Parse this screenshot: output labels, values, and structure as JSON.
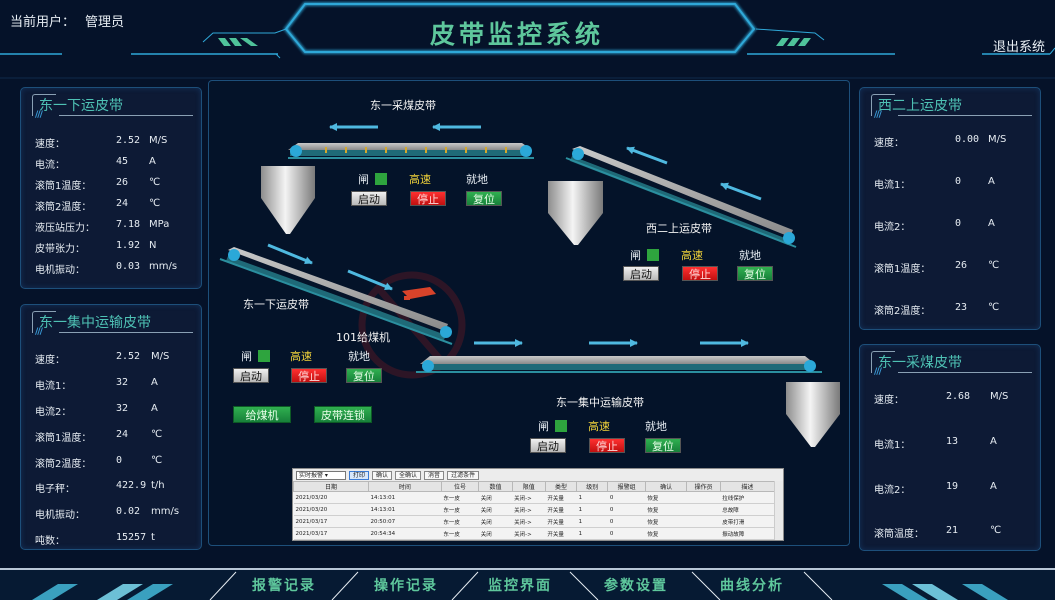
{
  "header": {
    "user_label": "当前用户：",
    "user_name": "管理员",
    "title": "皮带监控系统",
    "logout": "退出系统"
  },
  "colors": {
    "accent": "#5ec79c",
    "panel_title": "#4ec1b4",
    "frame": "#2fa8d8",
    "bg": "#051229",
    "status_green": "#2ea43e",
    "speed_yellow": "#f0d23a",
    "stop_red": "#e01818"
  },
  "panels": {
    "east1_down": {
      "title": "东一下运皮带",
      "rows": [
        {
          "label": "速度：",
          "value": "2.52",
          "unit": "M/S"
        },
        {
          "label": "电流：",
          "value": "45",
          "unit": "A"
        },
        {
          "label": "滚筒1温度：",
          "value": "26",
          "unit": "℃"
        },
        {
          "label": "滚筒2温度：",
          "value": "24",
          "unit": "℃"
        },
        {
          "label": "液压站压力：",
          "value": "7.18",
          "unit": "MPa"
        },
        {
          "label": "皮带张力：",
          "value": "1.92",
          "unit": "N"
        },
        {
          "label": "电机振动：",
          "value": "0.03",
          "unit": "mm/s"
        }
      ]
    },
    "east1_central": {
      "title": "东一集中运输皮带",
      "rows": [
        {
          "label": "速度：",
          "value": "2.52",
          "unit": "M/S"
        },
        {
          "label": "电流1：",
          "value": "32",
          "unit": "A"
        },
        {
          "label": "电流2：",
          "value": "32",
          "unit": "A"
        },
        {
          "label": "滚筒1温度：",
          "value": "24",
          "unit": "℃"
        },
        {
          "label": "滚筒2温度：",
          "value": "0",
          "unit": "℃"
        },
        {
          "label": "电子秤：",
          "value": "422.9",
          "unit": "t/h"
        },
        {
          "label": "电机振动：",
          "value": "0.02",
          "unit": "mm/s"
        },
        {
          "label": "吨数：",
          "value": "15257",
          "unit": "t"
        }
      ]
    },
    "west2_up": {
      "title": "西二上运皮带",
      "rows": [
        {
          "label": "速度：",
          "value": "0.00",
          "unit": "M/S"
        },
        {
          "label": "电流1：",
          "value": "0",
          "unit": "A"
        },
        {
          "label": "电流2：",
          "value": "0",
          "unit": "A"
        },
        {
          "label": "滚筒1温度：",
          "value": "26",
          "unit": "℃"
        },
        {
          "label": "滚筒2温度：",
          "value": "23",
          "unit": "℃"
        }
      ]
    },
    "east1_mining": {
      "title": "东一采煤皮带",
      "rows": [
        {
          "label": "速度：",
          "value": "2.68",
          "unit": "M/S"
        },
        {
          "label": "电流1：",
          "value": "13",
          "unit": "A"
        },
        {
          "label": "电流2：",
          "value": "19",
          "unit": "A"
        },
        {
          "label": "滚筒温度：",
          "value": "21",
          "unit": "℃"
        }
      ]
    }
  },
  "diagram": {
    "controls_common": {
      "brake": "闸",
      "speed": "高速",
      "mode": "就地",
      "start": "启动",
      "stop": "停止",
      "reset": "复位"
    },
    "belts": {
      "mining": "东一采煤皮带",
      "west_up": "西二上运皮带",
      "east_down": "东一下运皮带",
      "feeder": "101给煤机",
      "central": "东一集中运输皮带"
    },
    "feeder_button": "给煤机",
    "interlock_button": "皮带连锁"
  },
  "alarm": {
    "filter_select": "实时报警",
    "buttons": [
      "打印",
      "确认",
      "全确认",
      "消音",
      "过滤条件"
    ],
    "columns": [
      "日期",
      "时间",
      "位号",
      "数值",
      "限值",
      "类型",
      "级别",
      "报警组",
      "确认",
      "操作员",
      "描述"
    ],
    "rows": [
      [
        "2021/03/20",
        "14:13:01",
        "东一皮",
        "关闭",
        "关闭->",
        "开关量",
        "1",
        "0",
        "恢复",
        "",
        "拉线保护"
      ],
      [
        "2021/03/20",
        "14:13:01",
        "东一皮",
        "关闭",
        "关闭->",
        "开关量",
        "1",
        "0",
        "恢复",
        "",
        "总故障"
      ],
      [
        "2021/03/17",
        "20:50:07",
        "东一皮",
        "关闭",
        "关闭->",
        "开关量",
        "1",
        "0",
        "恢复",
        "",
        "皮带打滑"
      ],
      [
        "2021/03/17",
        "20:54:34",
        "东一皮",
        "关闭",
        "关闭->",
        "开关量",
        "1",
        "0",
        "恢复",
        "",
        "振动故障"
      ]
    ]
  },
  "footer": {
    "nav": [
      "报警记录",
      "操作记录",
      "监控界面",
      "参数设置",
      "曲线分析"
    ]
  }
}
